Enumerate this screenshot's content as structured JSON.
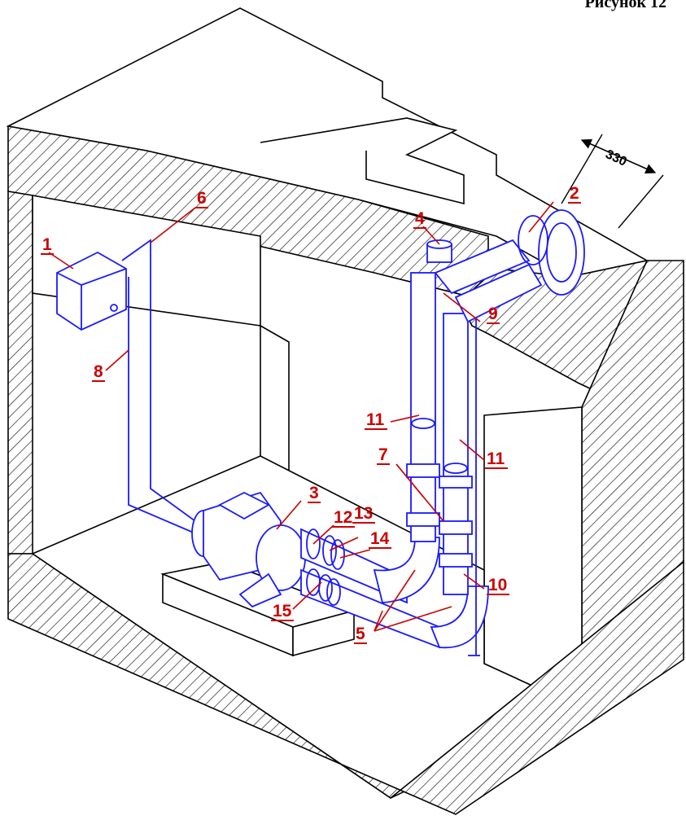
{
  "figure": {
    "caption": "Рисунок 12",
    "dimension_label": "330"
  },
  "labels": {
    "l1": "1",
    "l2": "2",
    "l3": "3",
    "l4": "4",
    "l5": "5",
    "l6": "6",
    "l7": "7",
    "l8": "8",
    "l9": "9",
    "l10": "10",
    "l11a": "11",
    "l11b": "11",
    "l12": "12",
    "l13": "13",
    "l14": "14",
    "l15": "15"
  },
  "colors": {
    "labels": "#cc0000",
    "equipment": "#1a1aff",
    "structure": "#000000"
  }
}
